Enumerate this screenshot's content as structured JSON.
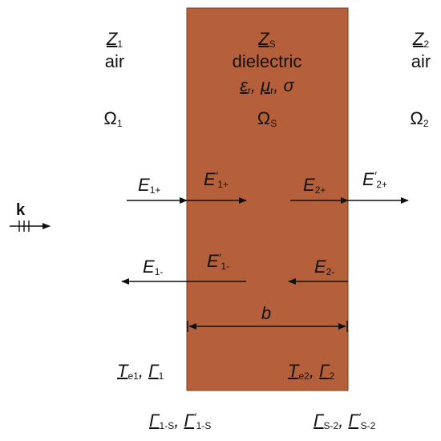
{
  "colors": {
    "slab_fill": "#b5603a",
    "slab_stroke": "#7a3e22",
    "line": "#111111"
  },
  "region1": {
    "impedance_symbol": "Z",
    "impedance_sub": "1",
    "medium": "air",
    "omega_symbol": "Ω",
    "omega_sub": "1"
  },
  "slab": {
    "impedance_symbol": "Z",
    "impedance_sub": "S",
    "medium": "dielectric",
    "eps_symbol": "ε",
    "eps_sub": "r",
    "mu_symbol": "μ",
    "mu_sub": "r",
    "sigma_symbol": "σ",
    "sep": ",",
    "omega_symbol": "Ω",
    "omega_sub": "S",
    "thickness_label": "b"
  },
  "region2": {
    "impedance_symbol": "Z",
    "impedance_sub": "2",
    "medium": "air",
    "omega_symbol": "Ω",
    "omega_sub": "2"
  },
  "wave_vector": {
    "label": "k"
  },
  "fields": {
    "e1p": {
      "symbol": "E",
      "sub": "1+",
      "prime": ""
    },
    "e1pp": {
      "symbol": "E",
      "sub": "1+",
      "prime": "′"
    },
    "e2p": {
      "symbol": "E",
      "sub": "2+",
      "prime": ""
    },
    "e2pp": {
      "symbol": "E",
      "sub": "2+",
      "prime": "′"
    },
    "e1m": {
      "symbol": "E",
      "sub": "1-",
      "prime": ""
    },
    "e1mp": {
      "symbol": "E",
      "sub": "1-",
      "prime": "′"
    },
    "e2m": {
      "symbol": "E",
      "sub": "2-",
      "prime": ""
    }
  },
  "coefficients": {
    "left_top": {
      "t_symbol": "T",
      "t_sub": "e1",
      "sep": ",",
      "g_symbol": "Γ",
      "g_sub": "1"
    },
    "right_top": {
      "t_symbol": "T",
      "t_sub": "e2",
      "sep": ",",
      "g_symbol": "Γ",
      "g_sub": "2"
    },
    "left_bot": {
      "g_symbol": "Γ",
      "g_sub": "1-S",
      "sep": ",",
      "gp_symbol": "Γ",
      "gp_prime": "′",
      "gp_sub": "1-S"
    },
    "right_bot": {
      "g_symbol": "Γ",
      "g_sub": "S-2",
      "sep": ",",
      "gp_symbol": "Γ",
      "gp_prime": "′",
      "gp_sub": "S-2"
    }
  }
}
